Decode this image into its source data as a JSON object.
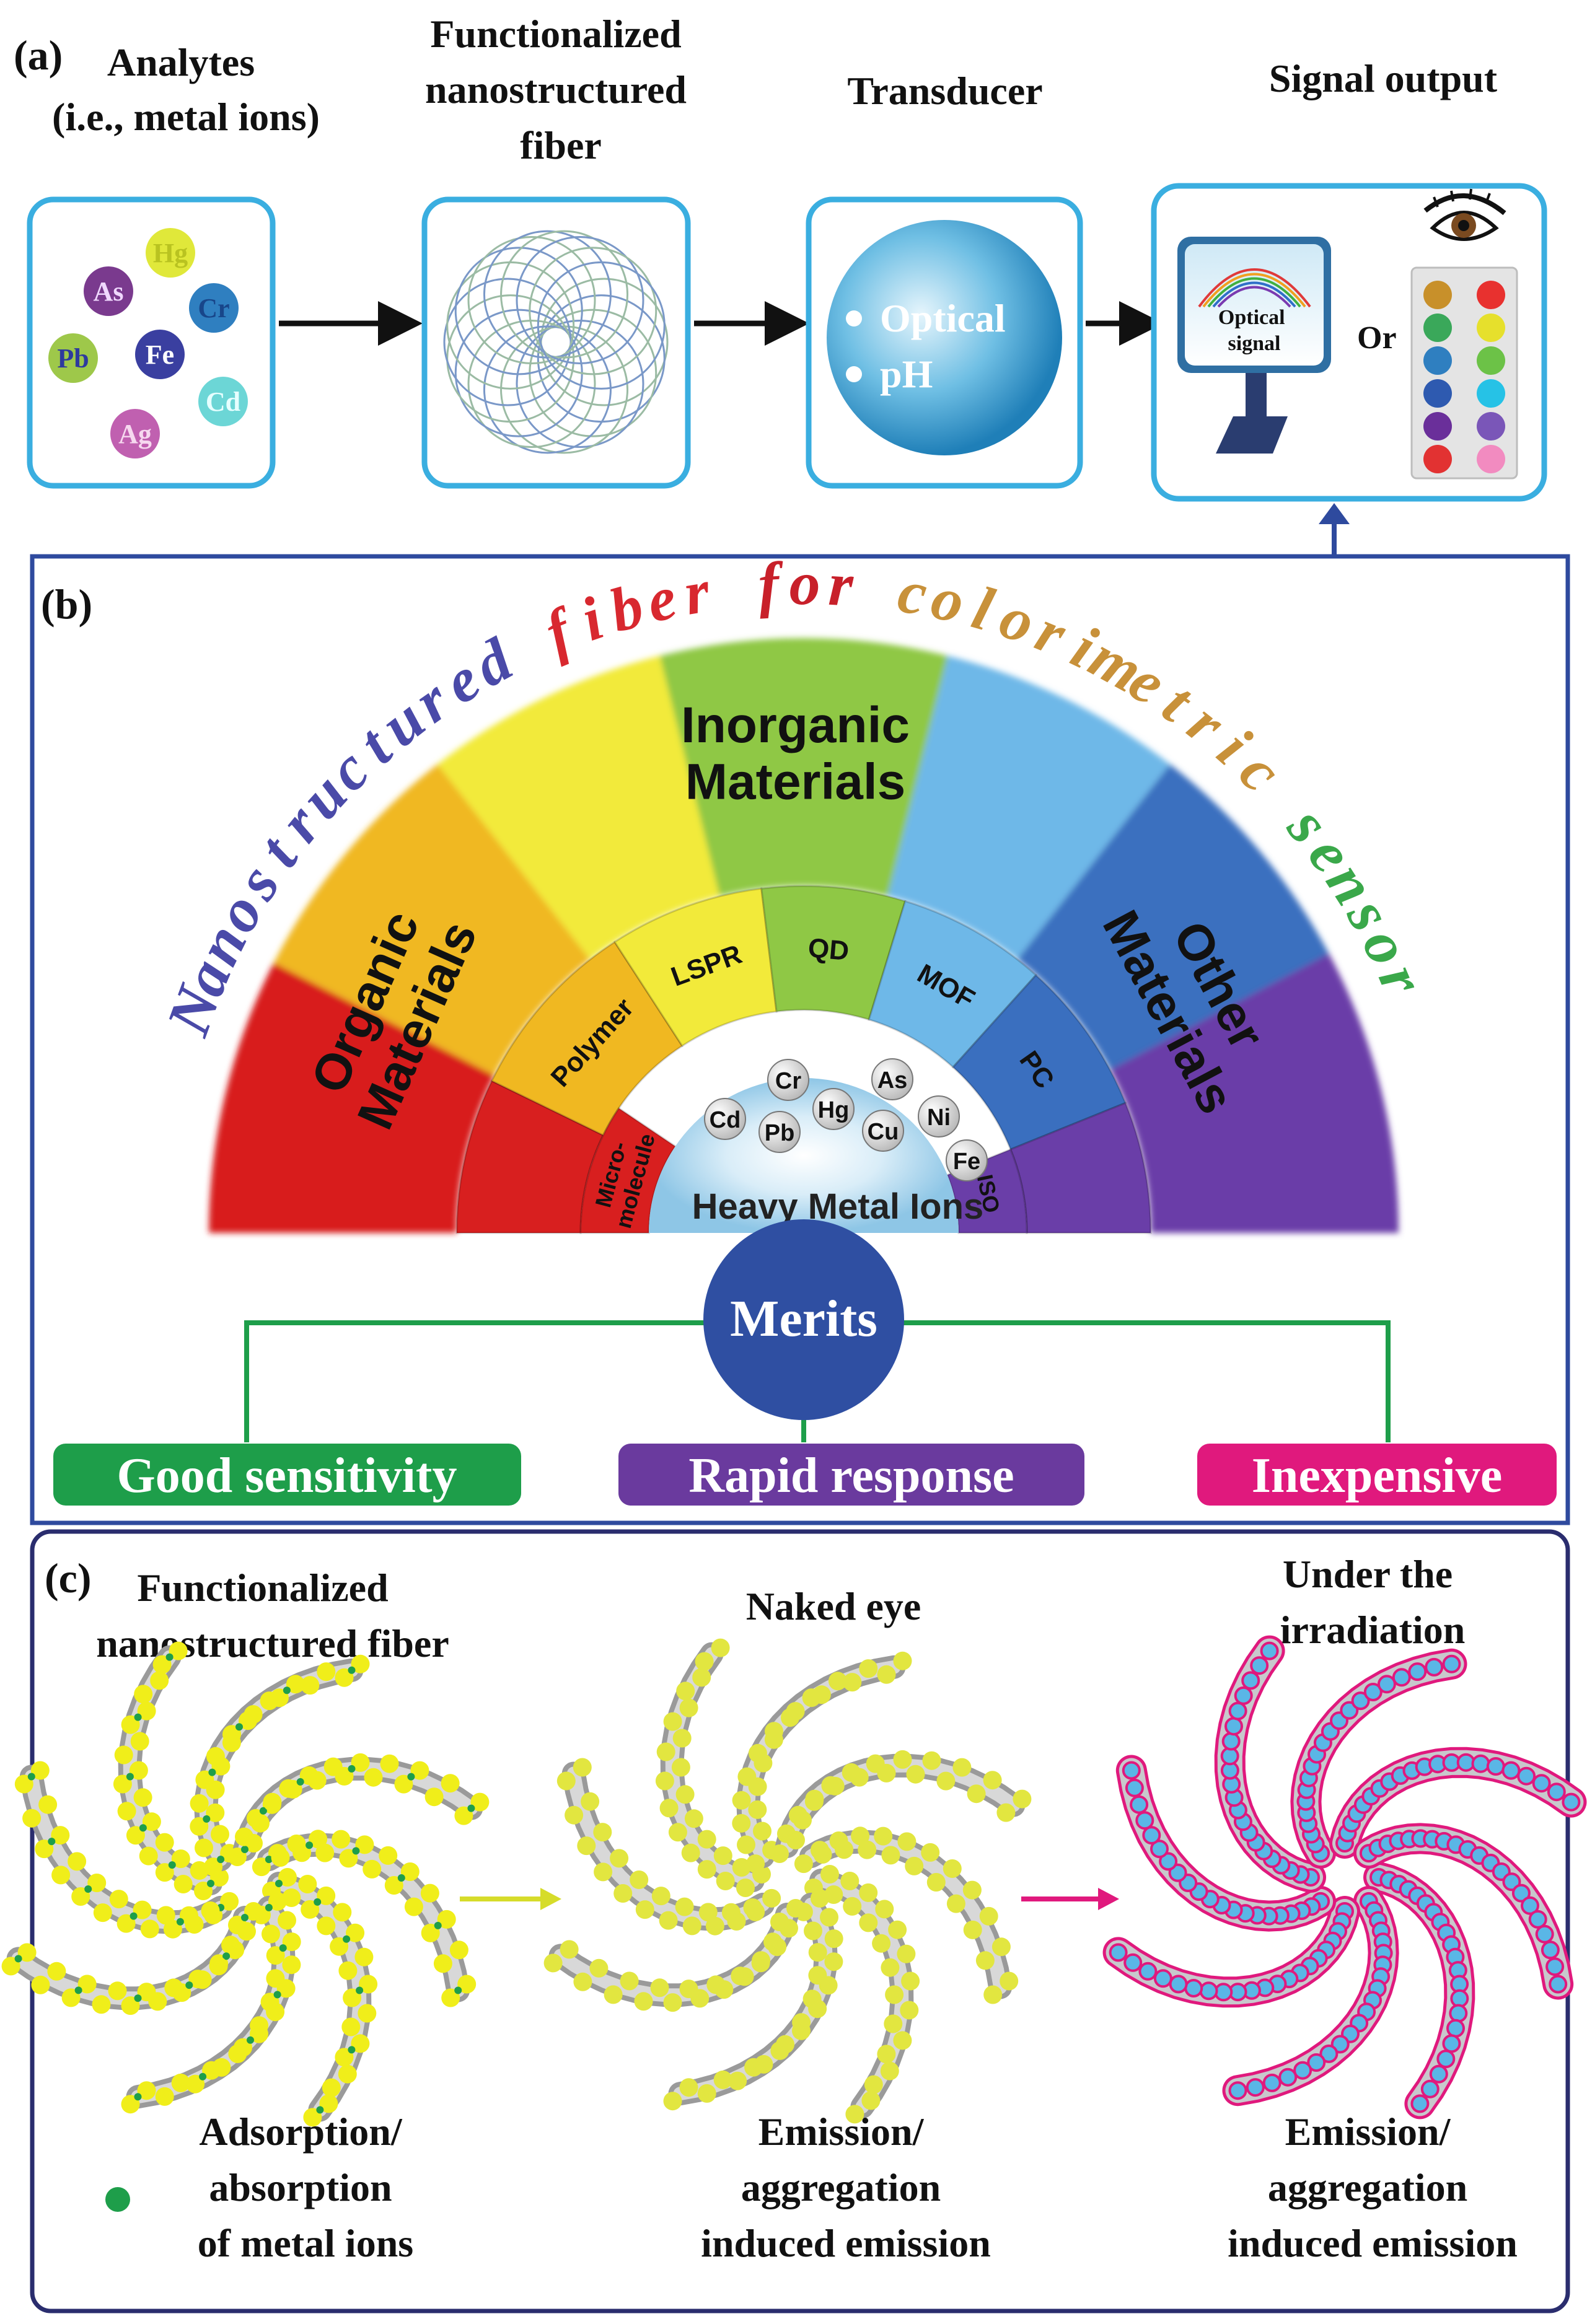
{
  "panel_a": {
    "label": "(a)",
    "steps": [
      {
        "title_lines": [
          "Analytes",
          "(i.e., metal ions)"
        ]
      },
      {
        "title_lines": [
          "Functionalized",
          "nanostructured",
          "fiber"
        ]
      },
      {
        "title_lines": [
          "Transducer"
        ]
      },
      {
        "title_lines": [
          "Signal output"
        ]
      }
    ],
    "ions": [
      "Hg",
      "As",
      "Cr",
      "Pb",
      "Fe",
      "Cd",
      "Ag"
    ],
    "transducer_items": [
      "Optical",
      "pH"
    ],
    "optical_signal_lines": [
      "Optical",
      "signal"
    ],
    "or_label": "Or",
    "palette": [
      "#c8902a",
      "#e8312f",
      "#3aa85a",
      "#e6e02c",
      "#2f7fc0",
      "#6cc247",
      "#2e5ab0",
      "#26c2e6",
      "#6a2f9a",
      "#7a56b8",
      "#e23232",
      "#f28bc0"
    ]
  },
  "panel_b": {
    "label": "(b)",
    "arc_title_words": [
      {
        "text": "Nanostructured",
        "color": "#4a4aa8"
      },
      {
        "text": "fiber",
        "color": "#d8282f"
      },
      {
        "text": "for",
        "color": "#c8202a"
      },
      {
        "text": "colorimetric",
        "color": "#c8913a"
      },
      {
        "text": "sensor",
        "color": "#3aa84a"
      }
    ],
    "outer_categories": [
      {
        "lines": [
          "Organic",
          "Materials"
        ]
      },
      {
        "lines": [
          "Inorganic",
          "Materials"
        ]
      },
      {
        "lines": [
          "Other",
          "Materials"
        ]
      }
    ],
    "middle_categories": [
      "Polymer",
      "LSPR",
      "QD",
      "MOF",
      "PC"
    ],
    "inner_categories": [
      [
        "Micro-",
        "molecule"
      ],
      [
        "ISO"
      ]
    ],
    "center_title": "Heavy Metal Ions",
    "center_ions": [
      "Cr",
      "As",
      "Cd",
      "Hg",
      "Ni",
      "Pb",
      "Cu",
      "Fe"
    ],
    "merits_label": "Merits",
    "merits": [
      {
        "text": "Good sensitivity",
        "color": "#1e9e4a"
      },
      {
        "text": "Rapid response",
        "color": "#6a3a9e"
      },
      {
        "text": "Inexpensive",
        "color": "#e0197d"
      }
    ]
  },
  "panel_c": {
    "label": "(c)",
    "stages": [
      {
        "title_lines": [
          "Functionalized",
          "nanostructured fiber"
        ],
        "caption_lines": [
          "Adsorption/",
          "absorption",
          "of metal ions"
        ]
      },
      {
        "title_lines": [
          "Naked eye"
        ],
        "caption_lines": [
          "Emission/",
          "aggregation",
          "induced emission"
        ]
      },
      {
        "title_lines": [
          "Under the",
          "irradiation"
        ],
        "caption_lines": [
          "Emission/",
          "aggregation",
          "induced emission"
        ]
      }
    ]
  }
}
